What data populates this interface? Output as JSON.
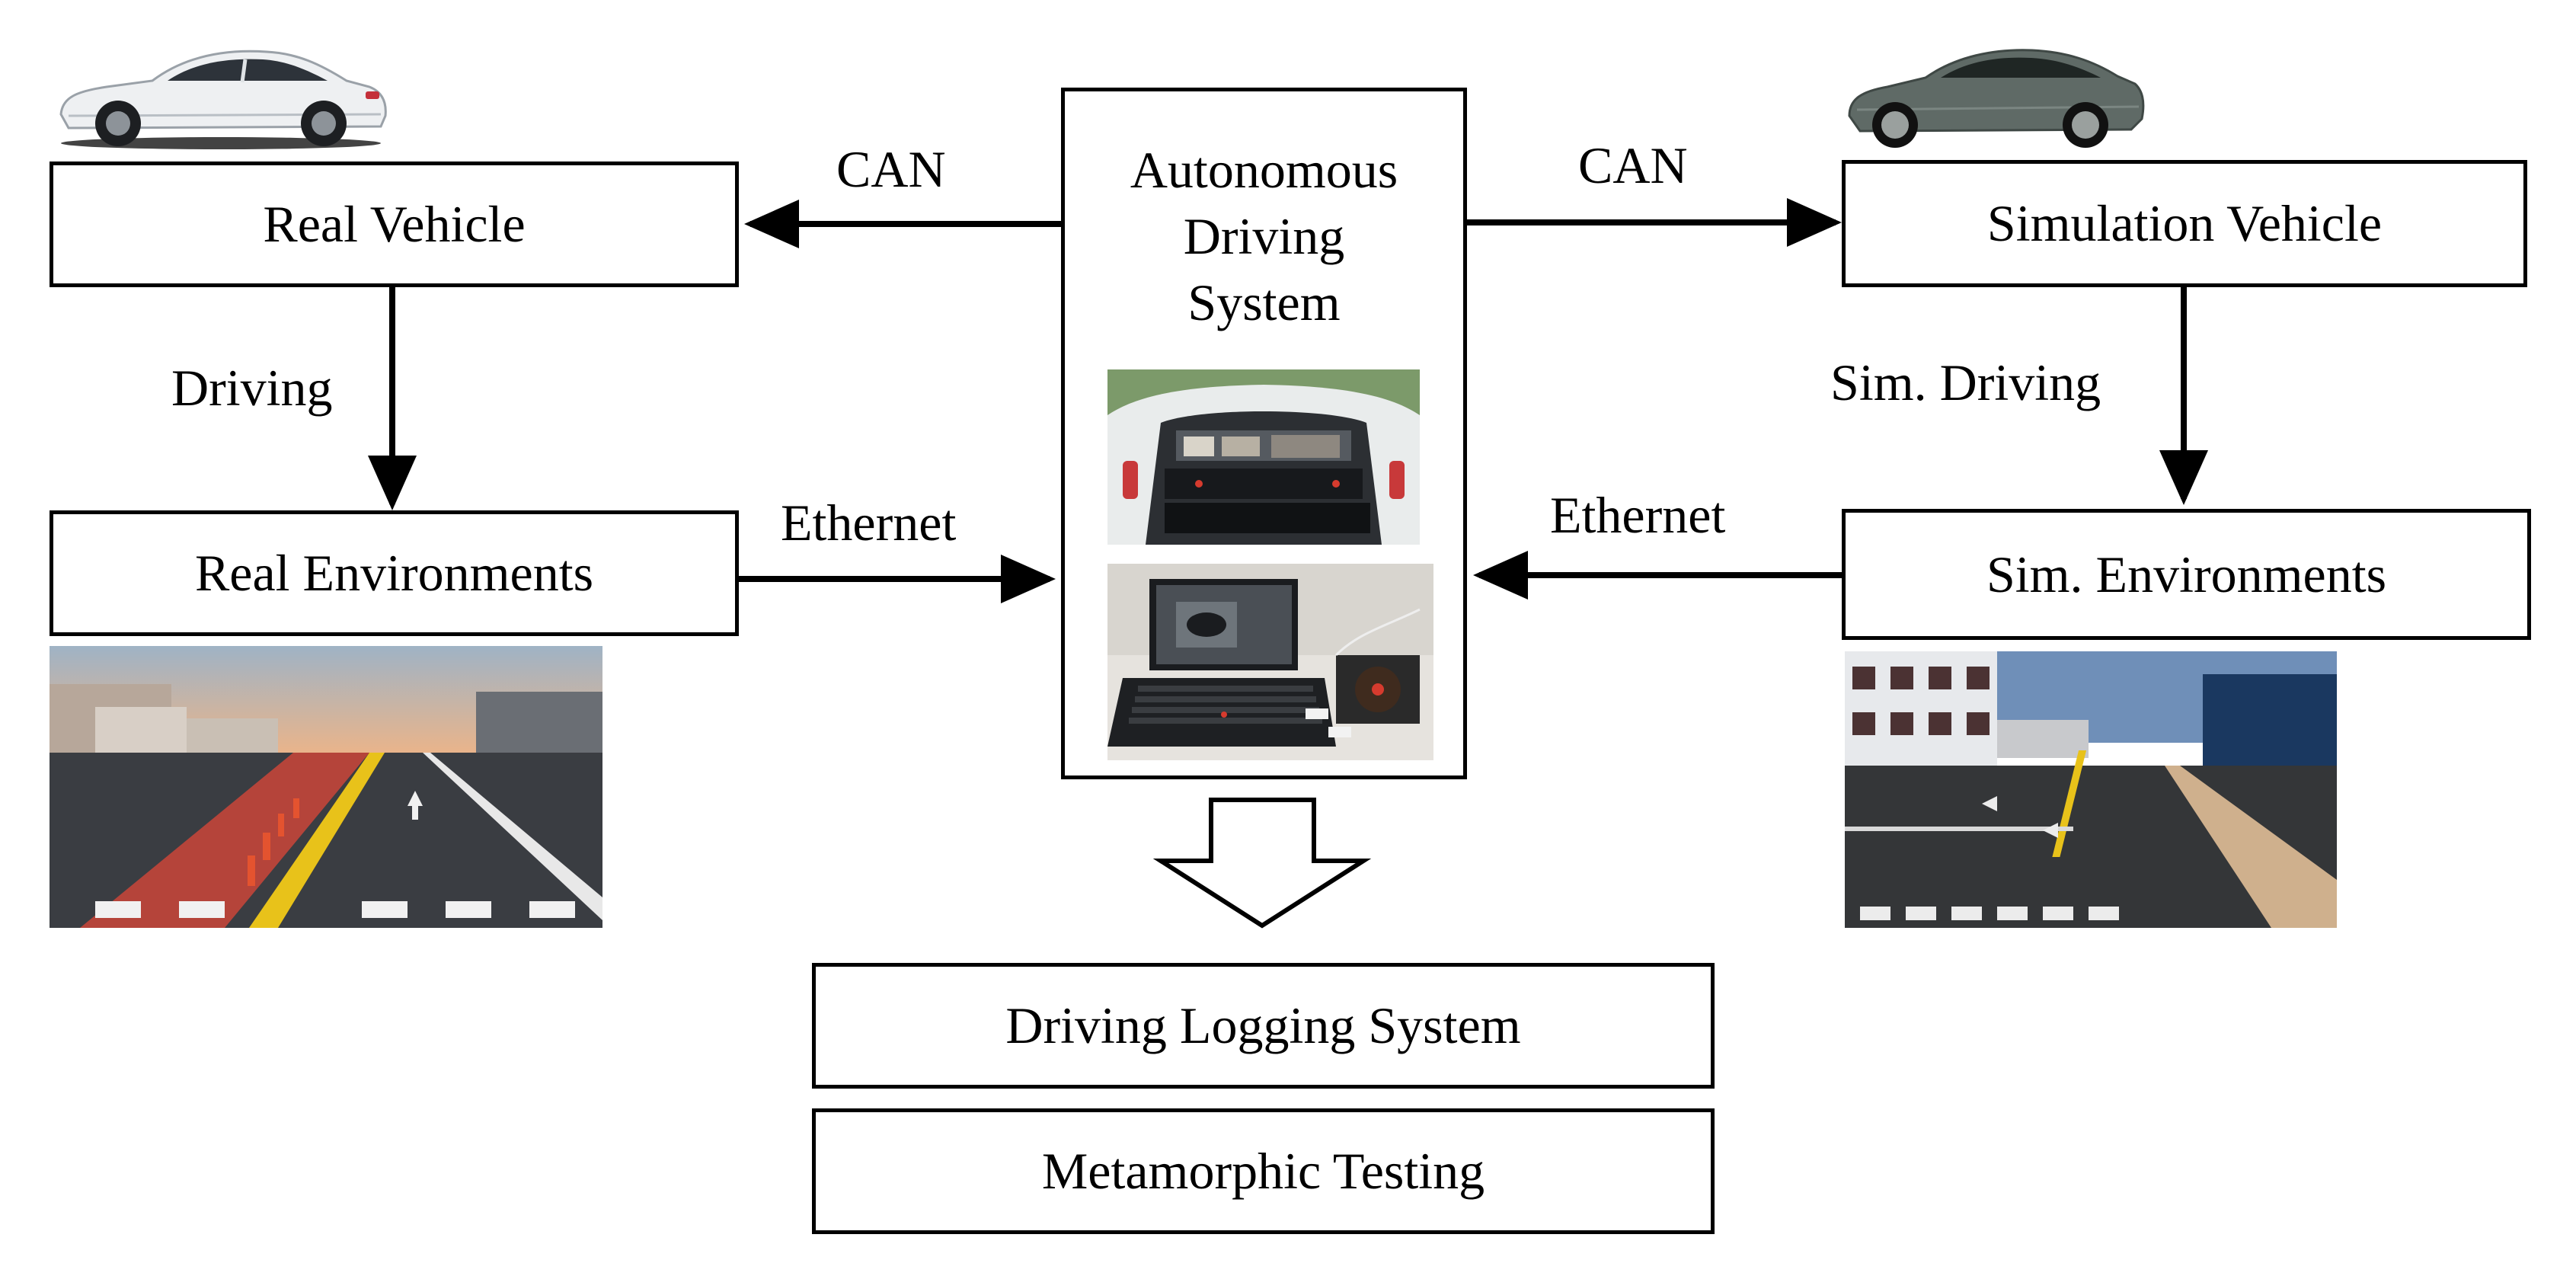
{
  "nodes": {
    "real_vehicle": "Real Vehicle",
    "real_environments": "Real Environments",
    "autonomous_driving_system": [
      "Autonomous",
      "Driving",
      "System"
    ],
    "simulation_vehicle": "Simulation Vehicle",
    "sim_environments": "Sim. Environments",
    "driving_logging_system": "Driving Logging System",
    "metamorphic_testing": "Metamorphic Testing"
  },
  "edges": {
    "can_left": "CAN",
    "can_right": "CAN",
    "driving": "Driving",
    "sim_driving": "Sim. Driving",
    "ethernet_left": "Ethernet",
    "ethernet_right": "Ethernet"
  },
  "colors": {
    "real_car": "#e8eaec",
    "sim_car": "#5f6a66",
    "red_lane": "#b5443a",
    "yellow_line": "#e8c21a",
    "sky_real": "#e9b48b",
    "sky_sim": "#6f8fb8"
  },
  "icons": [
    "white-sedan",
    "gray-sedan",
    "car-trunk-computer",
    "laptop-setup",
    "real-road",
    "simulated-road"
  ]
}
